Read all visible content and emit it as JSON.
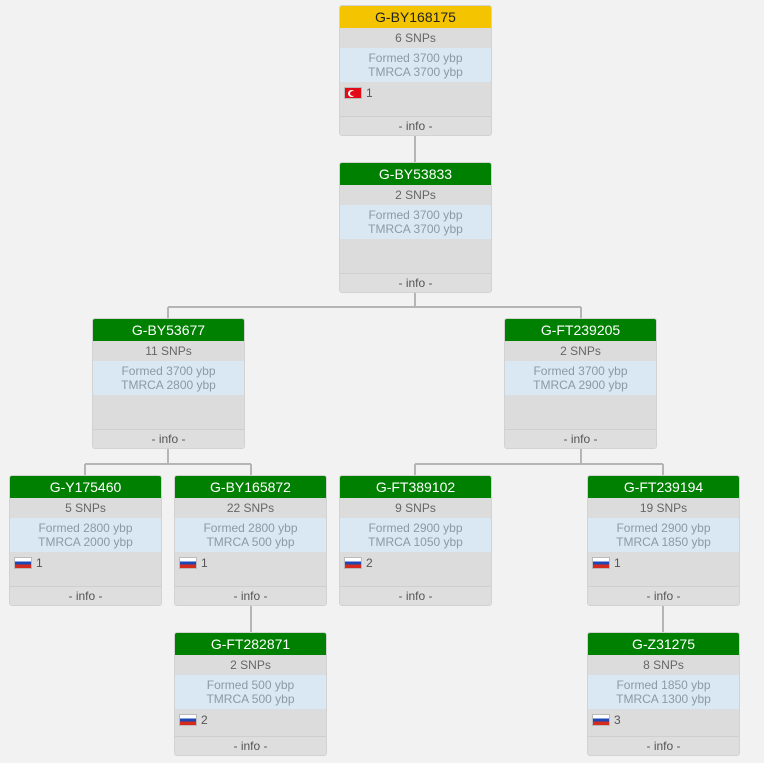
{
  "colors": {
    "root_header": "#f5c400",
    "node_header": "#008000",
    "age_bg": "#d9e8f3"
  },
  "nodes": [
    {
      "id": "G-BY168175",
      "snps": "6 SNPs",
      "formed": "Formed 3700 ybp",
      "tmrca": "TMRCA 3700 ybp",
      "flag": "turkey-flag",
      "count": "1",
      "info": "- info -"
    },
    {
      "id": "G-BY53833",
      "snps": "2 SNPs",
      "formed": "Formed 3700 ybp",
      "tmrca": "TMRCA 3700 ybp",
      "flag": "",
      "count": "",
      "info": "- info -"
    },
    {
      "id": "G-BY53677",
      "snps": "11 SNPs",
      "formed": "Formed 3700 ybp",
      "tmrca": "TMRCA 2800 ybp",
      "flag": "",
      "count": "",
      "info": "- info -"
    },
    {
      "id": "G-FT239205",
      "snps": "2 SNPs",
      "formed": "Formed 3700 ybp",
      "tmrca": "TMRCA 2900 ybp",
      "flag": "",
      "count": "",
      "info": "- info -"
    },
    {
      "id": "G-Y175460",
      "snps": "5 SNPs",
      "formed": "Formed 2800 ybp",
      "tmrca": "TMRCA 2000 ybp",
      "flag": "russia-flag",
      "count": "1",
      "info": "- info -"
    },
    {
      "id": "G-BY165872",
      "snps": "22 SNPs",
      "formed": "Formed 2800 ybp",
      "tmrca": "TMRCA 500 ybp",
      "flag": "russia-flag",
      "count": "1",
      "info": "- info -"
    },
    {
      "id": "G-FT389102",
      "snps": "9 SNPs",
      "formed": "Formed 2900 ybp",
      "tmrca": "TMRCA 1050 ybp",
      "flag": "russia-flag",
      "count": "2",
      "info": "- info -"
    },
    {
      "id": "G-FT239194",
      "snps": "19 SNPs",
      "formed": "Formed 2900 ybp",
      "tmrca": "TMRCA 1850 ybp",
      "flag": "russia-flag",
      "count": "1",
      "info": "- info -"
    },
    {
      "id": "G-FT282871",
      "snps": "2 SNPs",
      "formed": "Formed 500 ybp",
      "tmrca": "TMRCA 500 ybp",
      "flag": "russia-flag",
      "count": "2",
      "info": "- info -"
    },
    {
      "id": "G-Z31275",
      "snps": "8 SNPs",
      "formed": "Formed 1850 ybp",
      "tmrca": "TMRCA 1300 ybp",
      "flag": "russia-flag",
      "count": "3",
      "info": "- info -"
    }
  ]
}
